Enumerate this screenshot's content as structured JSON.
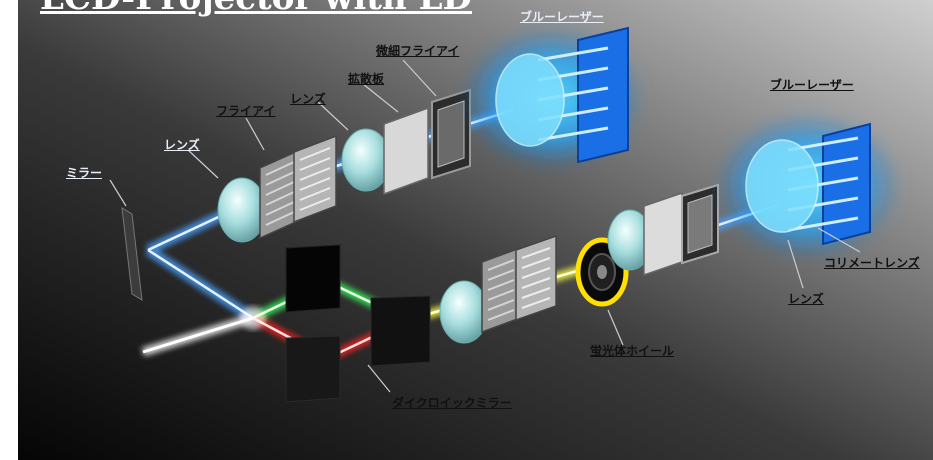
{
  "title": "LCD-Projector with LD",
  "labels": {
    "blue_laser_top": "ブルーレーザー",
    "blue_laser_right": "ブルーレーザー",
    "fine_fly_eye": "微細フライアイ",
    "diffuser": "拡散板",
    "lens_upper": "レンズ",
    "fly_eye": "フライアイ",
    "lens_left": "レンズ",
    "mirror": "ミラー",
    "collimator_lens": "コリメートレンズ",
    "lens_right": "レンズ",
    "phosphor_wheel": "蛍光体ホイール",
    "dichroic_mirror": "ダイクロイックミラー"
  },
  "colors": {
    "blue_beam": "#8fc8ff",
    "green_beam": "#8cff8c",
    "red_beam": "#ff4a4a",
    "yellow_beam": "#ffff66",
    "white_beam": "#ffffff",
    "wheel_ring": "#ffe000",
    "laser_glow": "#33c8ff"
  }
}
